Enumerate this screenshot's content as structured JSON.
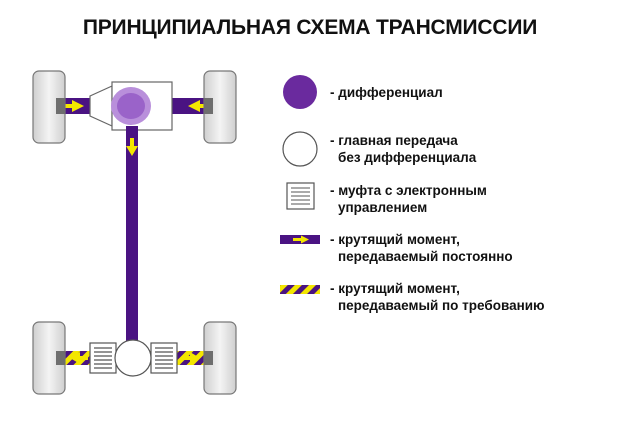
{
  "title": "ПРИНЦИПИАЛЬНАЯ СХЕМА ТРАНСМИССИИ",
  "colors": {
    "purple": "#4a1382",
    "purple_dark": "#3a0d6b",
    "yellow": "#f3e600",
    "tire": "#e6e6e6",
    "hub": "#6e6e6e",
    "differential": "#6a2a9e",
    "differential_light": "#b98fdb"
  },
  "legend": [
    {
      "icon": "differential-icon",
      "lines": [
        "- дифференциал"
      ]
    },
    {
      "icon": "main-gear-icon",
      "lines": [
        "- главная передача",
        "без дифференциала"
      ]
    },
    {
      "icon": "electronic-clutch-icon",
      "lines": [
        "- муфта с электронным",
        "управлением"
      ]
    },
    {
      "icon": "constant-torque-arrow-icon",
      "lines": [
        "- крутящий момент,",
        "передаваемый постоянно"
      ]
    },
    {
      "icon": "on-demand-torque-arrow-icon",
      "lines": [
        "- крутящий момент,",
        "передаваемый по требованию"
      ]
    }
  ]
}
